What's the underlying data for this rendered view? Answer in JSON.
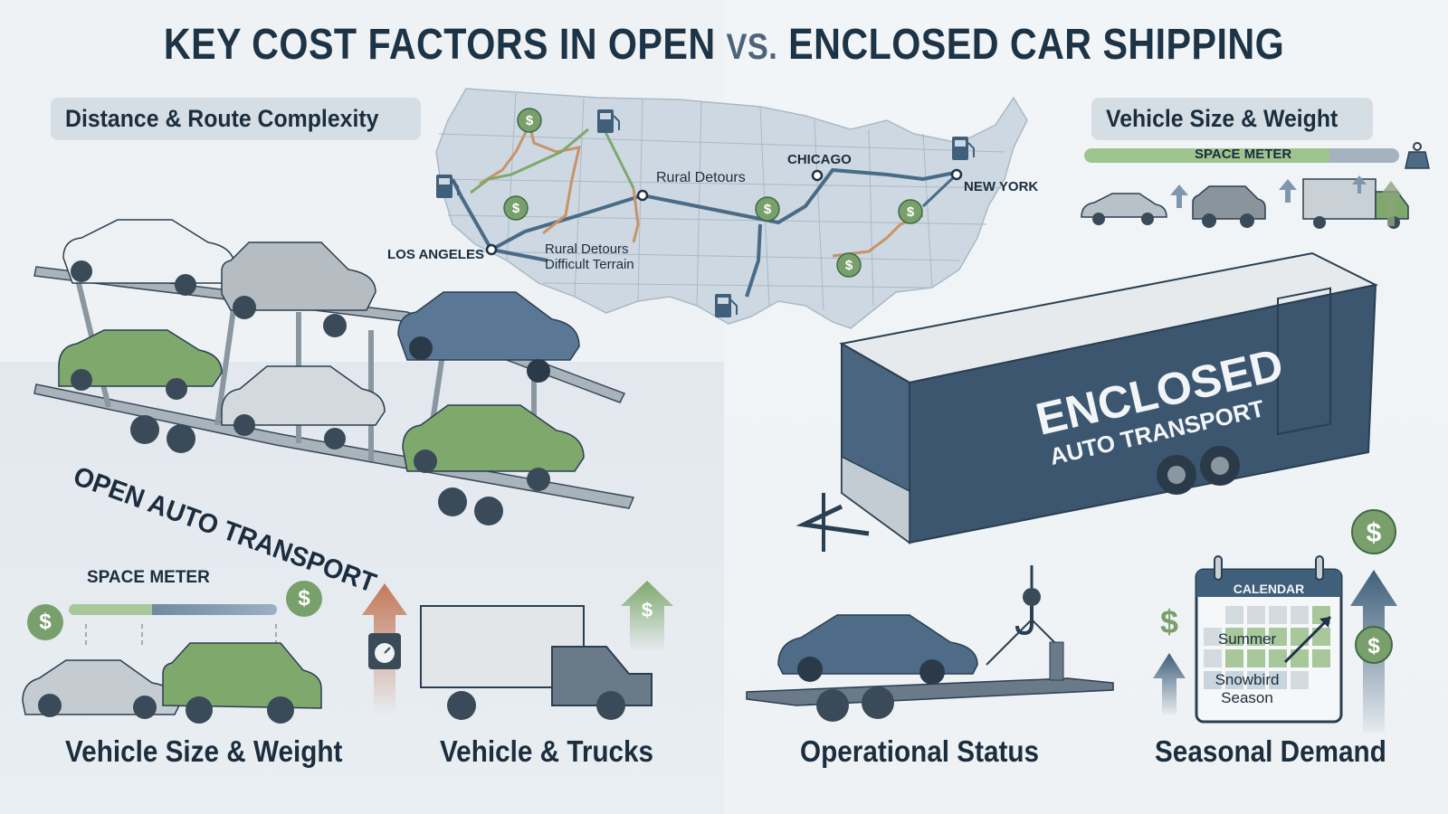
{
  "title": {
    "part1": "KEY COST FACTORS IN OPEN ",
    "vs": "VS.",
    "part2": " ENCLOSED CAR SHIPPING"
  },
  "sections": {
    "distance": "Distance & Route Complexity",
    "vehicle_size_top": "Vehicle Size & Weight",
    "vehicle_size_bottom": "Vehicle Size & Weight",
    "vehicle_trucks": "Vehicle & Trucks",
    "operational_status": "Operational Status",
    "seasonal_demand": "Seasonal Demand"
  },
  "map": {
    "cities": [
      "LOS ANGELES",
      "CHICAGO",
      "NEW YORK"
    ],
    "annotations": {
      "rural_detours": "Rural Detours",
      "rural_detours_terrain_line1": "Rural Detours",
      "rural_detours_terrain_line2": "Difficult Terrain"
    }
  },
  "open_transport": {
    "label": "OPEN AUTO TRANSPORT"
  },
  "enclosed_transport": {
    "label_line1": "ENCLOSED",
    "label_line2": "AUTO TRANSPORT"
  },
  "space_meter": {
    "label_top": "SPACE METER",
    "label_bottom": "SPACE METER",
    "top_fill_fraction": 0.78,
    "bottom_fill_fraction": 0.4
  },
  "calendar": {
    "header": "CALENDAR",
    "summer": "Summer",
    "snowbird_line1": "Snowbird",
    "snowbird_line2": "Season"
  },
  "icons": {
    "dollar": "$"
  },
  "colors": {
    "navy": "#1d3346",
    "slate_blue": "#3f5f7a",
    "green": "#79a06c",
    "orange_route": "#c79468",
    "pill_bg": "#d5dee5"
  }
}
